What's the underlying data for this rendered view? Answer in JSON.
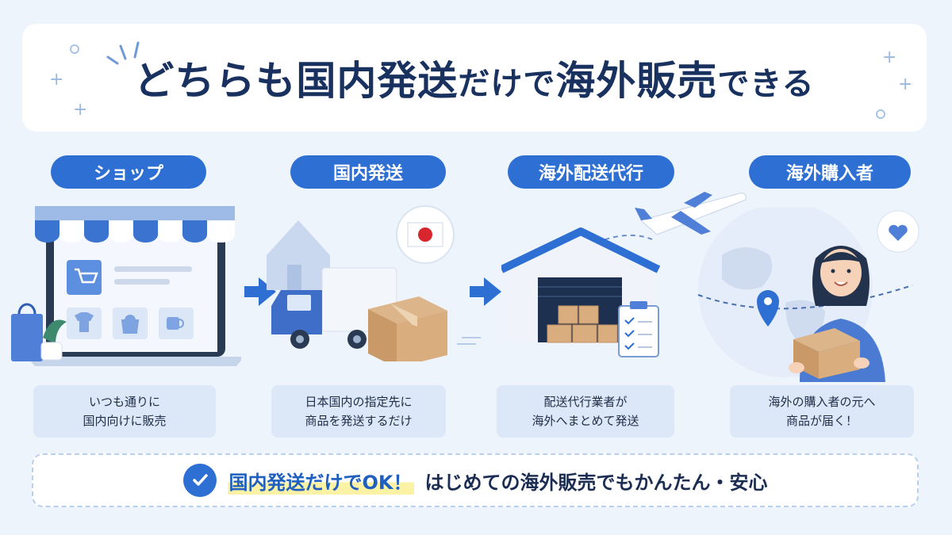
{
  "title": {
    "main": "どちらも国内発送",
    "small_1": "だけで",
    "main_2": "海外販売",
    "small_2": "できる"
  },
  "stages": [
    {
      "label": "ショップ",
      "desc_line1": "いつも通りに",
      "desc_line2": "国内向けに販売"
    },
    {
      "label": "国内発送",
      "desc_line1": "日本国内の指定先に",
      "desc_line2": "商品を発送するだけ"
    },
    {
      "label": "海外配送代行",
      "desc_line1": "配送代行業者が",
      "desc_line2": "海外へまとめて発送"
    },
    {
      "label": "海外購入者",
      "desc_line1": "海外の購入者の元へ",
      "desc_line2": "商品が届く！"
    }
  ],
  "bottom": {
    "highlight": "国内発送だけでOK！",
    "rest": "はじめての海外販売でもかんたん・安心"
  },
  "icons": [
    "store-laptop-icon",
    "house-icon",
    "delivery-truck-icon",
    "cardboard-box-icon",
    "japan-flag-icon",
    "warehouse-icon",
    "clipboard-checklist-icon",
    "airplane-icon",
    "globe-icon",
    "location-pin-icon",
    "heart-icon",
    "buyer-person-icon",
    "check-icon"
  ],
  "colors": {
    "accent": "#2d6fd2",
    "title": "#18315f",
    "background": "#eef4fc",
    "highlight": "#fbf2a6"
  }
}
